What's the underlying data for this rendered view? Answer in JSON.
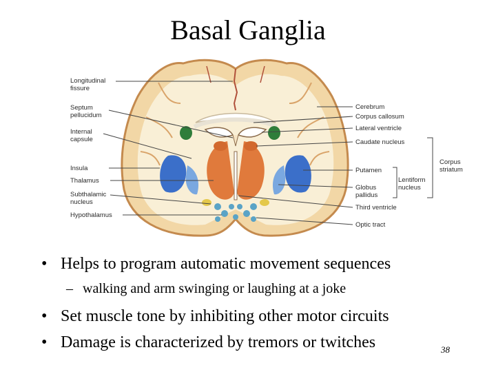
{
  "slide": {
    "title": "Basal Ganglia",
    "page_number": "38"
  },
  "figure": {
    "left_labels": [
      [
        "Longitudinal",
        "fissure"
      ],
      [
        "Septum",
        "pellucidum"
      ],
      [
        "Internal",
        "capsule"
      ],
      [
        "Insula"
      ],
      [
        "Thalamus"
      ],
      [
        "Subthalamic",
        "nucleus"
      ],
      [
        "Hypothalamus"
      ]
    ],
    "right_labels": [
      [
        "Cerebrum"
      ],
      [
        "Corpus callosum"
      ],
      [
        "Lateral ventricle"
      ],
      [
        "Caudate nucleus"
      ],
      [
        "Putamen"
      ],
      [
        "Globus",
        "pallidus"
      ],
      [
        "Third ventricle"
      ],
      [
        "Optic tract"
      ]
    ],
    "lentiform_label": [
      "Lentiform",
      "nucleus"
    ],
    "corpus_striatum_label": [
      "Corpus",
      "striatum"
    ]
  },
  "bullets": [
    {
      "text": "Helps to program automatic movement sequences",
      "sub": [
        "walking and arm swinging or laughing at a joke"
      ]
    },
    {
      "text": "Set muscle tone by inhibiting other motor circuits",
      "sub": []
    },
    {
      "text": "Damage is characterized by tremors or twitches",
      "sub": []
    }
  ]
}
